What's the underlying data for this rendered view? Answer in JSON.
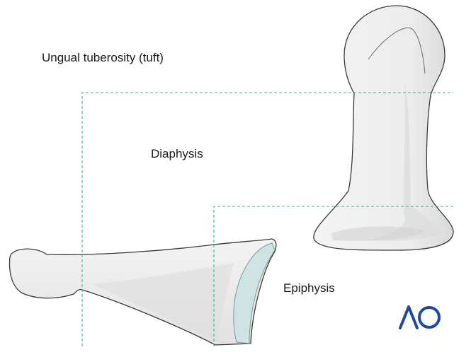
{
  "labels": {
    "tuft": "Ungual tuberosity (tuft)",
    "diaphysis": "Diaphysis",
    "epiphysis": "Epiphysis"
  },
  "logo": {
    "text": "AO",
    "color": "#1e4b9e"
  },
  "colors": {
    "guide_line": "#2fb39a",
    "bone_fill": "#ededed",
    "bone_shadow": "#d7d7d7",
    "bone_outline": "#3a3a3a",
    "cartilage": "#cfe3e3"
  }
}
